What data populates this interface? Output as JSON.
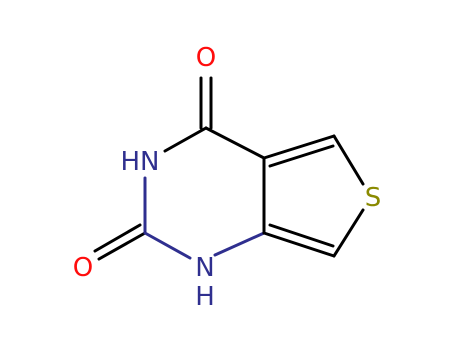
{
  "molecule": {
    "atoms": {
      "o_top": "O",
      "o_left": "O",
      "nh_upper": "HN",
      "nh_lower_n": "N",
      "nh_lower_h": "H",
      "s": "S"
    },
    "colors": {
      "carbon_bond": "#000000",
      "nitrogen": "#2f2f8f",
      "oxygen": "#ff0d0d",
      "sulfur": "#8a8a00"
    }
  }
}
